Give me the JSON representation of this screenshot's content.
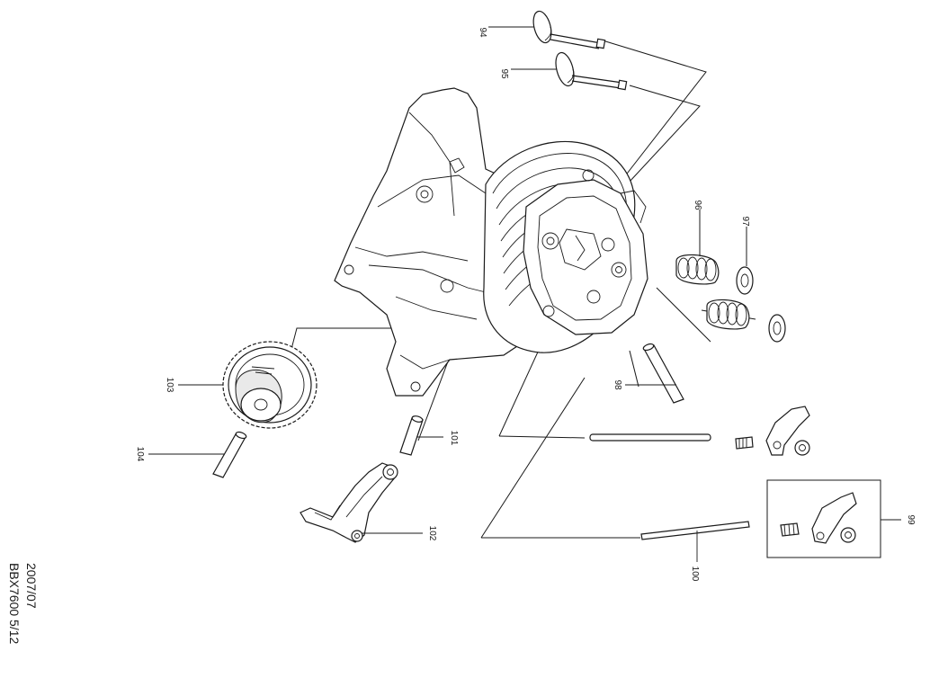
{
  "callouts": {
    "p94": "94",
    "p95": "95",
    "p96": "96",
    "p97": "97",
    "p98": "98",
    "p99": "99",
    "p100": "100",
    "p101": "101",
    "p102": "102",
    "p103": "103",
    "p104": "104"
  },
  "footer": {
    "date": "2007/07",
    "code": "BBX7600 5/12"
  },
  "colors": {
    "line": "#1a1a1a",
    "background": "#ffffff"
  }
}
